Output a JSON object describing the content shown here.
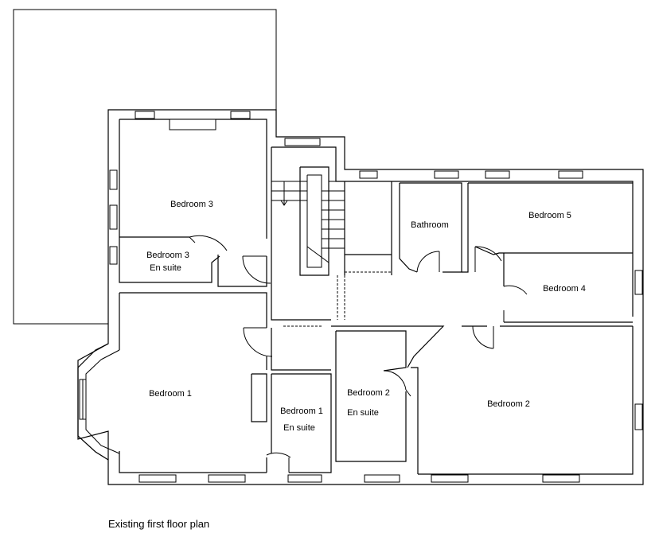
{
  "caption": "Existing first floor plan",
  "rooms": {
    "bedroom_3": "Bedroom 3",
    "bedroom_3_en_suite_1": "Bedroom 3",
    "bedroom_3_en_suite_2": "En suite",
    "bathroom": "Bathroom",
    "bedroom_5": "Bedroom 5",
    "bedroom_4": "Bedroom 4",
    "bedroom_1": "Bedroom 1",
    "bedroom_1_en_suite_1": "Bedroom 1",
    "bedroom_1_en_suite_2": "En suite",
    "bedroom_2_en_suite_1": "Bedroom 2",
    "bedroom_2_en_suite_2": "En suite",
    "bedroom_2": "Bedroom 2"
  }
}
